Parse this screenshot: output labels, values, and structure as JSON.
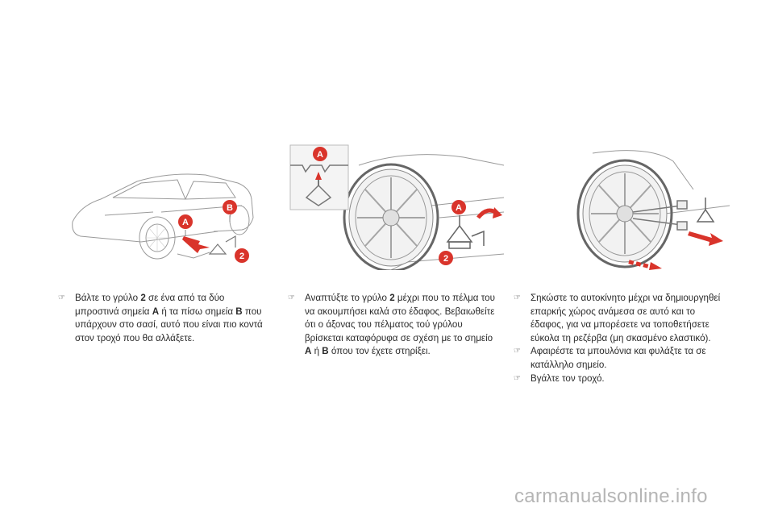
{
  "illustrations": {
    "panel1": {
      "label_a": "A",
      "label_b": "B",
      "label_2": "2"
    },
    "panel2": {
      "label_a_inset": "A",
      "label_a": "A",
      "label_2": "2"
    },
    "panel3": {}
  },
  "column1": {
    "step1": {
      "t1": "Βάλτε το γρύλο ",
      "b1": "2",
      "t2": " σε ένα από τα δύο μπροστινά σημεία ",
      "b2": "A",
      "t3": " ή τα πίσω σημεία ",
      "b3": "B",
      "t4": " που υπάρχουν στο σασί, αυτό που είναι πιο κοντά στον τροχό που θα αλλάξετε."
    }
  },
  "column2": {
    "step1": {
      "t1": "Αναπτύξτε το γρύλο ",
      "b1": "2",
      "t2": " μέχρι που το πέλμα του να ακουμπήσει καλά στο έδαφος. Βεβαιωθείτε ότι ο άξονας του πέλματος τού γρύλου βρίσκεται καταφόρυφα σε σχέση με το σημείο ",
      "b2": "A",
      "t3": " ή ",
      "b3": "B",
      "t4": " όπου τον έχετε στηρίξει."
    }
  },
  "column3": {
    "step1": "Σηκώστε το αυτοκίνητο μέχρι να δημιουργηθεί επαρκής χώρος ανάμεσα σε αυτό και το έδαφος, για να μπορέσετε να τοποθετήσετε εύκολα τη ρεζέρβα (μη σκασμένο ελαστικό).",
    "step2": "Αφαιρέστε τα μπουλόνια και φυλάξτε τα σε κατάλληλο σημείο.",
    "step3": "Βγάλτε τον τροχό."
  },
  "bullet_glyph": "☞",
  "watermark": "carmanualsonline.info",
  "colors": {
    "marker_red": "#d9342b",
    "line_gray": "#9a9a9a",
    "text": "#2a2a2a",
    "watermark": "#b5b5b5"
  }
}
